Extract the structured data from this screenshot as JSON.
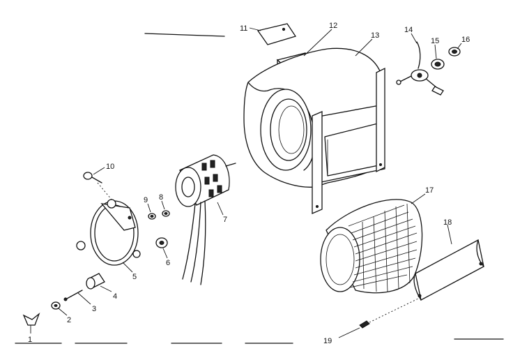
{
  "diagram": {
    "parts": [
      {
        "id": "1",
        "label": "1"
      },
      {
        "id": "2",
        "label": "2"
      },
      {
        "id": "3",
        "label": "3"
      },
      {
        "id": "4",
        "label": "4"
      },
      {
        "id": "5",
        "label": "5"
      },
      {
        "id": "6",
        "label": "6"
      },
      {
        "id": "7",
        "label": "7"
      },
      {
        "id": "8",
        "label": "8"
      },
      {
        "id": "9",
        "label": "9"
      },
      {
        "id": "10",
        "label": "10"
      },
      {
        "id": "11",
        "label": "11"
      },
      {
        "id": "12",
        "label": "12"
      },
      {
        "id": "13",
        "label": "13"
      },
      {
        "id": "14",
        "label": "14"
      },
      {
        "id": "15",
        "label": "15"
      },
      {
        "id": "16",
        "label": "16"
      },
      {
        "id": "17",
        "label": "17"
      },
      {
        "id": "18",
        "label": "18"
      },
      {
        "id": "19",
        "label": "19"
      }
    ]
  }
}
